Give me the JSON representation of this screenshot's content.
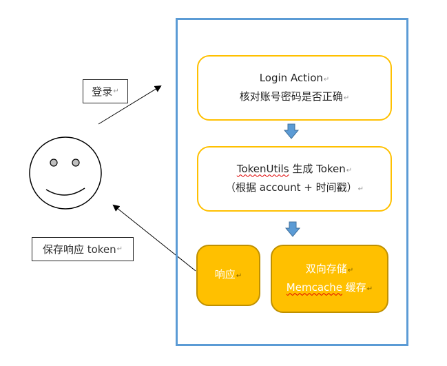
{
  "colors": {
    "container_border": "#5b9bd5",
    "box_outline": "#ffc000",
    "box_fill": "#ffc000",
    "box_fill_border": "#bf9000",
    "flow_arrow": "#5b9bd5"
  },
  "user": {
    "icon": "smiley-face-icon"
  },
  "labels": {
    "login": "登录",
    "save_token": "保存响应 token"
  },
  "boxes": {
    "login_action": {
      "line1": "Login Action",
      "line2": "核对账号密码是否正确"
    },
    "token_utils": {
      "line1_a": "TokenUtils",
      "line1_b": " 生成 Token",
      "line2": "（根据 account +  时间戳）"
    },
    "response": {
      "line1": "响应"
    },
    "storage": {
      "line1": "双向存储",
      "line2_a": "Memcache",
      "line2_b": " 缓存"
    }
  },
  "paragraph_mark": "↵"
}
